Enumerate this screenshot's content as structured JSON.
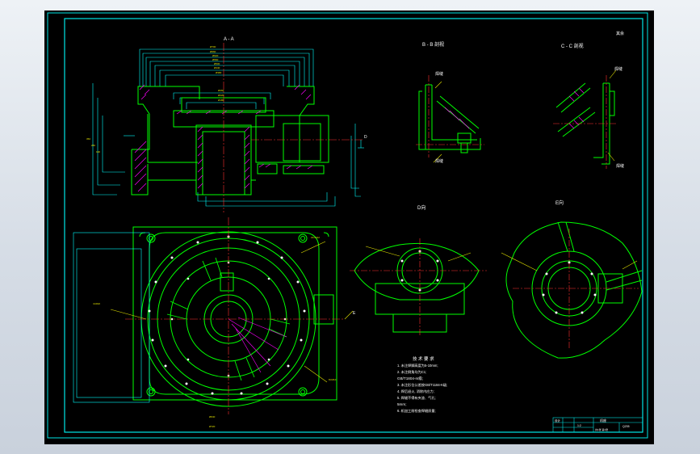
{
  "colors": {
    "background": "#000000",
    "frame": "#00e5e5",
    "outline": "#00ff00",
    "dimension": "#00ffff",
    "centerline": "#ff3030",
    "hatch": "#ff00ff",
    "text": "#ffffff",
    "leader": "#e0e000"
  },
  "views": {
    "section_a": "A - A",
    "section_b": "B - B 剖视",
    "section_c": "C - C 剖视",
    "view_d": "D向",
    "view_e": "E向"
  },
  "weld_labels": {
    "b1": "焊缝",
    "b2": "焊缝",
    "c1": "焊缝",
    "c2": "焊缝"
  },
  "roughness_note": "其余",
  "marker_d": "D",
  "marker_e": "E",
  "tech_req": {
    "title": "技 术 要 求",
    "lines": [
      "1. 未注焊脚高度为5-10mm;",
      "2. 未注倒角均为C1;",
      "GB/T1804-m级;",
      "3. 未注形位公差按GB/T1184-K级;",
      "4. 焊后退火, 消除内应力;",
      "5. 焊缝不得有夹渣、气孔;",
      "5mm;",
      "6. 机加工前检查焊缝质量;"
    ]
  },
  "title_block": {
    "part_name": "机座",
    "scale": "1:2",
    "sheet": "共1张 第1张",
    "material": "Q235",
    "designer": "设计"
  }
}
